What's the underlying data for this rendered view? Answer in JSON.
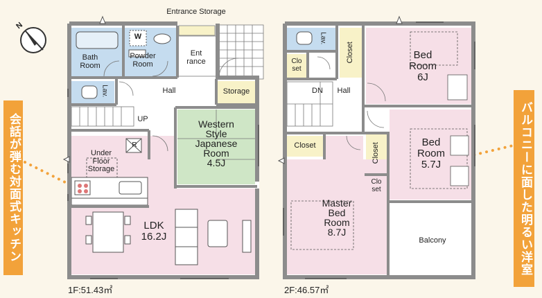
{
  "compass": {
    "letter": "N"
  },
  "floor1": {
    "caption": "1F:51.43㎡",
    "entrance_storage": "Entrance Storage",
    "bath_room": [
      "Bath",
      "Room"
    ],
    "powder_room": [
      "Powder",
      "Room"
    ],
    "washer": "W",
    "entrance": [
      "Ent",
      "rance"
    ],
    "lav": "Lav.",
    "hall": "Hall",
    "storage": "Storage",
    "up": "UP",
    "japanese_room": [
      "Western",
      "Style",
      "Japanese",
      "Room",
      "4.5J"
    ],
    "r_mark": "R",
    "under_floor_storage": [
      "Under",
      "Floor",
      "Storage"
    ],
    "ldk": [
      "LDK",
      "16.2J"
    ]
  },
  "floor2": {
    "caption": "2F:46.57㎡",
    "lav": "Lav.",
    "closet_vertical": "Closet",
    "closet_small_a": [
      "Clo",
      "set"
    ],
    "bed_room_6": [
      "Bed",
      "Room",
      "6J"
    ],
    "dn": "DN",
    "hall": "Hall",
    "closet": "Closet",
    "closet_vertical_b": "Closet",
    "bed_room_57": [
      "Bed",
      "Room",
      "5.7J"
    ],
    "closet_small_b": [
      "Clo",
      "set"
    ],
    "master_bed_room": [
      "Master",
      "Bed",
      "Room",
      "8.7J"
    ],
    "balcony": "Balcony"
  },
  "banner_left": "会話が弾む対面式キッチン",
  "banner_right": "バルコニーに面した明るい洋室",
  "colors": {
    "background": "#fbf6ea",
    "wall": "#8c8c8c",
    "blue_room": "#c5dcef",
    "pink_room": "#f6dfe7",
    "green_room": "#cfe6c6",
    "cream_room": "#f8f2c8",
    "banner": "#f2a23a",
    "dots": "#f2a23a"
  }
}
